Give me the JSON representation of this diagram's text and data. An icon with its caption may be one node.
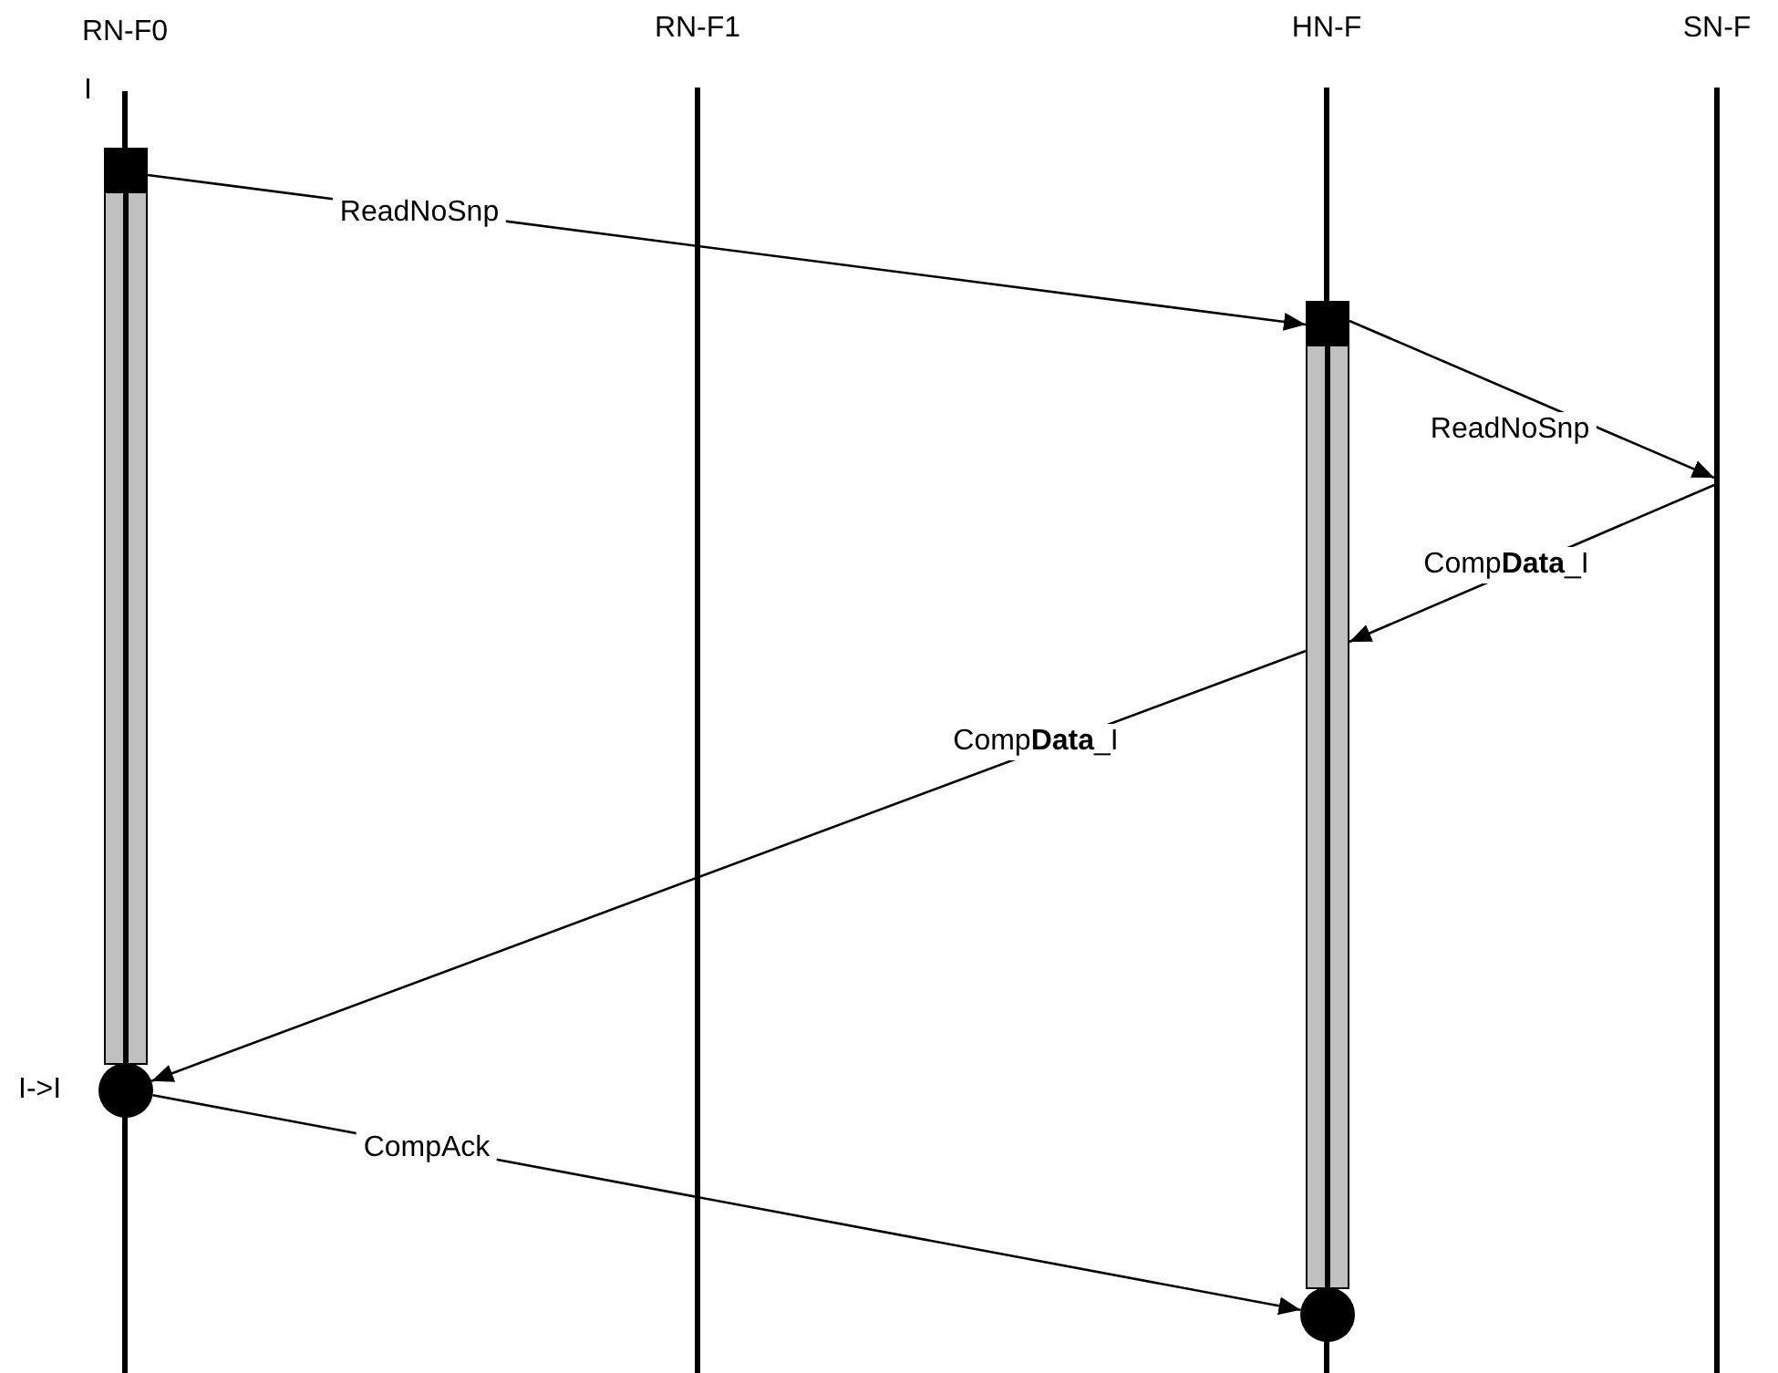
{
  "diagram": {
    "nodes": [
      {
        "text": [
          "RN-F0"
        ],
        "beside": [
          "I"
        ]
      },
      {
        "text": [
          "RN-F1"
        ]
      },
      {
        "text": [
          "HN-F"
        ]
      },
      {
        "text": [
          "SN-F"
        ]
      },
      {
        "text": [],
        "shape": "box"
      },
      {
        "text": [],
        "shape": "box"
      },
      {
        "text": [],
        "shape": "circle",
        "beside": [
          "I->I"
        ]
      },
      {
        "text": [],
        "shape": "circle"
      },
      {
        "text": [],
        "shape": "bar"
      },
      {
        "text": [],
        "shape": "bar"
      }
    ],
    "edges": [
      {
        "from": 4,
        "to": 5,
        "arrow": "to",
        "label": "ReadNoSnp"
      },
      {
        "from": 5,
        "to": 3,
        "arrow": "to",
        "label": "ReadNoSnp"
      },
      {
        "from": 3,
        "to": 9,
        "arrow": "to",
        "label": "Comp**Data**_I"
      },
      {
        "from": 9,
        "to": 6,
        "arrow": "to",
        "label": "Comp**Data**_I"
      },
      {
        "from": 6,
        "to": 7,
        "arrow": "to",
        "label": "CompAck"
      }
    ]
  }
}
